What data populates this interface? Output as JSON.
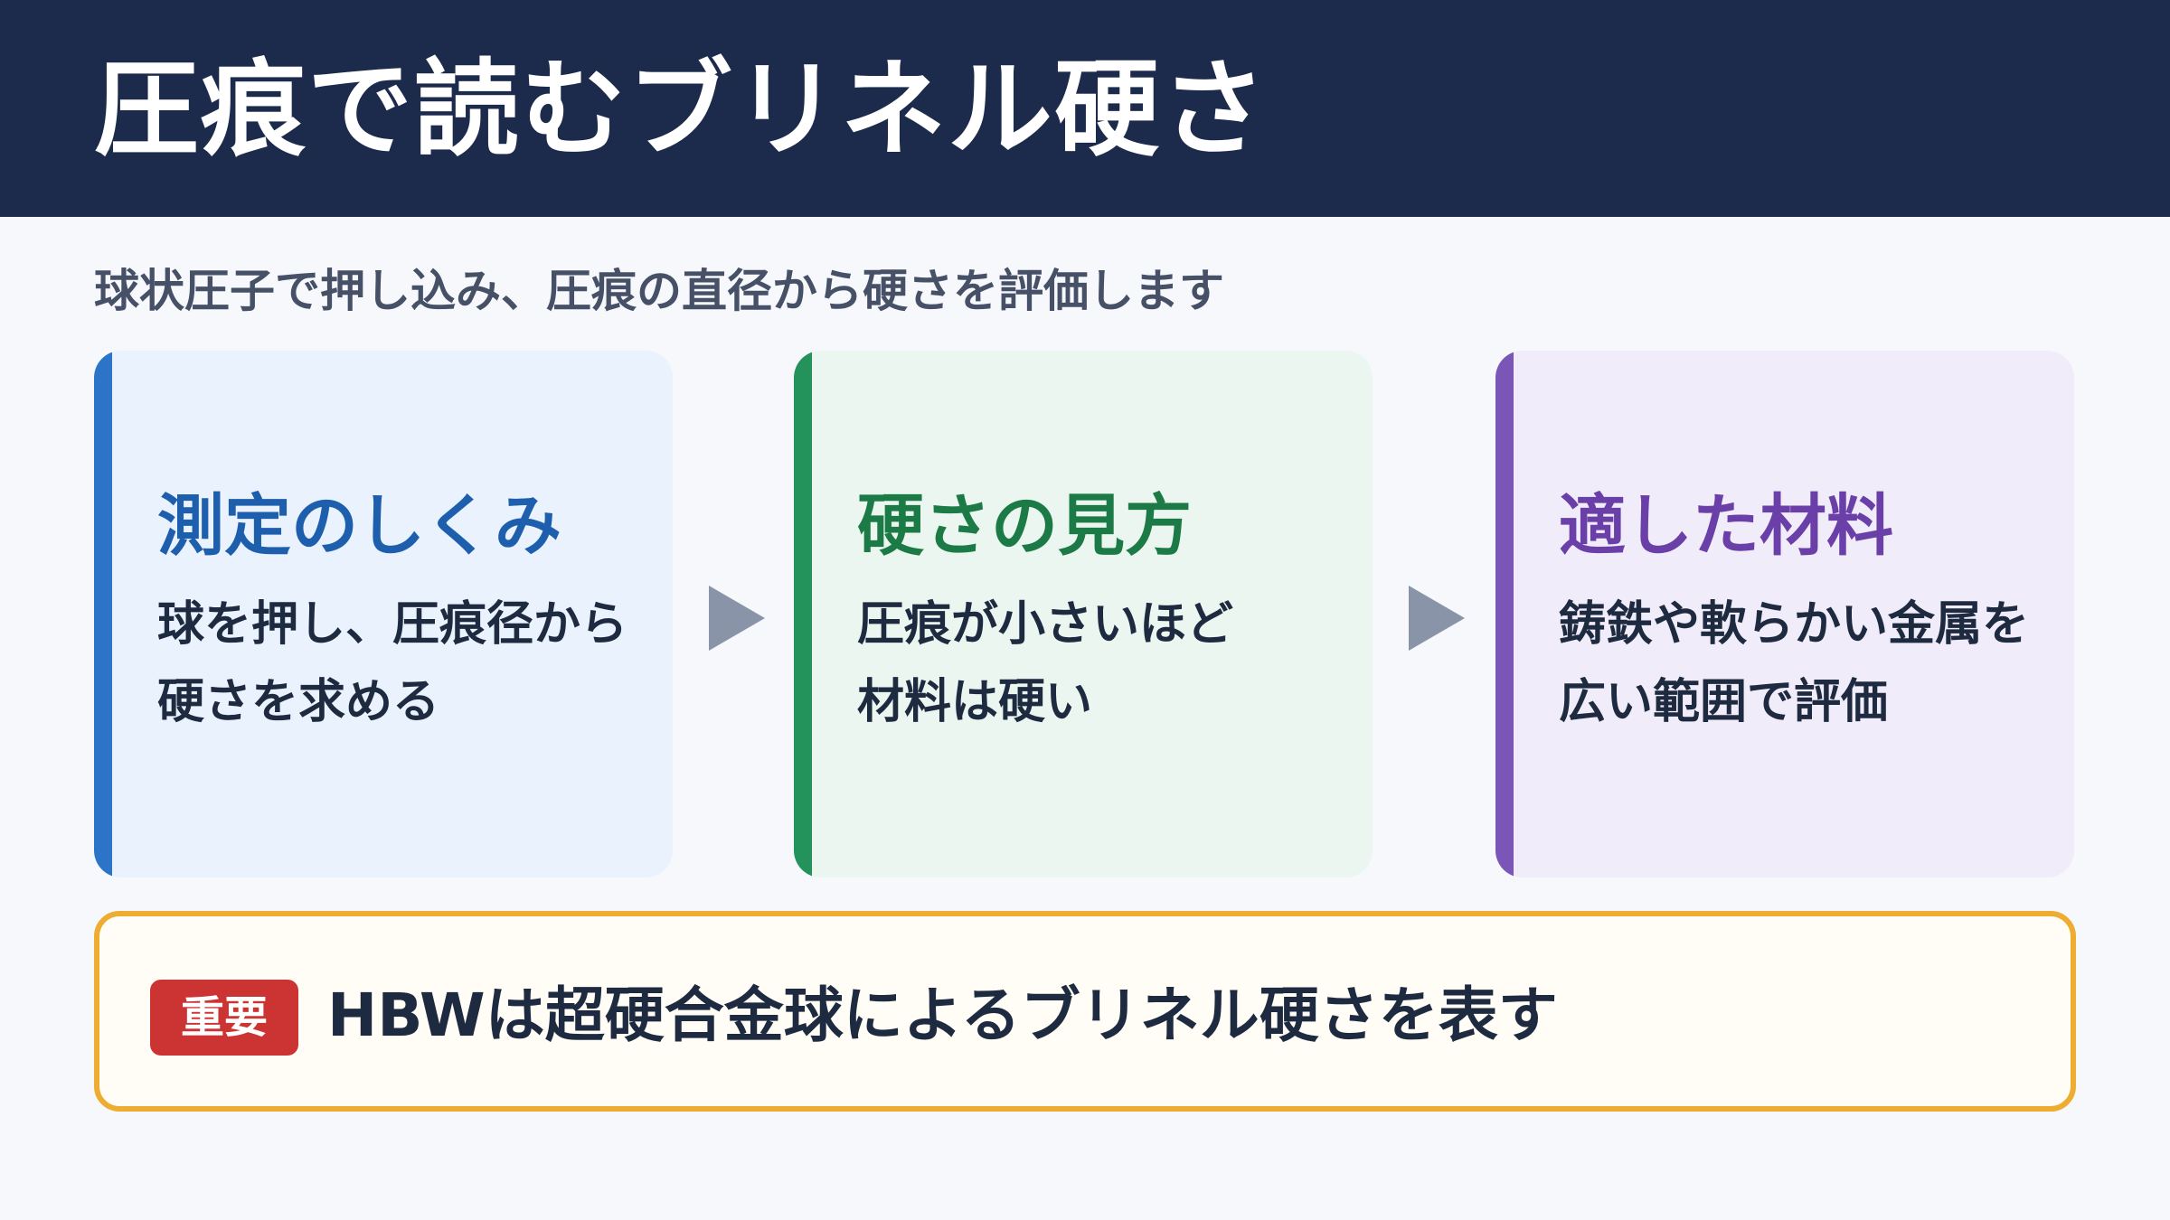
{
  "slide": {
    "title": "圧痕で読むブリネル硬さ",
    "subtitle": "球状圧子で押し込み、圧痕の直径から硬さを評価します"
  },
  "cards": [
    {
      "title": "測定のしくみ",
      "body": "球を押し、圧痕径から\n硬さを求める",
      "accent": "#2b74c8"
    },
    {
      "title": "硬さの見方",
      "body": "圧痕が小さいほど\n材料は硬い",
      "accent": "#24935b"
    },
    {
      "title": "適した材料",
      "body": "鋳鉄や軟らかい金属を\n広い範囲で評価",
      "accent": "#7a57b6"
    }
  ],
  "flow": {
    "arrow_color": "#8994a8"
  },
  "note": {
    "badge": "重要",
    "text": "HBWは超硬合金球によるブリネル硬さを表す",
    "border_color": "#eeac31",
    "badge_color": "#cb3433"
  },
  "colors": {
    "header_bg": "#1c2a4b",
    "page_bg": "#f6f8fc"
  }
}
